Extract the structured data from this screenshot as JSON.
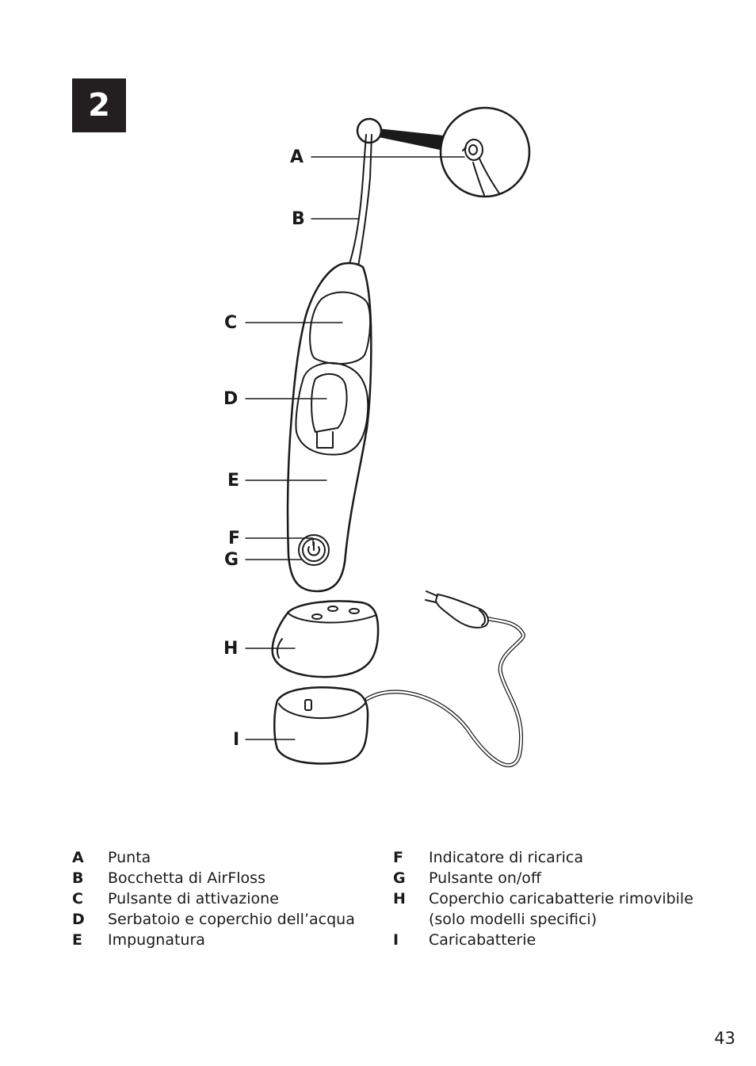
{
  "step": "2",
  "callouts": {
    "a": "A",
    "b": "B",
    "c": "C",
    "d": "D",
    "e": "E",
    "f": "F",
    "g": "G",
    "h": "H",
    "i": "I"
  },
  "legend_left": [
    {
      "key": "A",
      "text": "Punta"
    },
    {
      "key": "B",
      "text": "Bocchetta di AirFloss"
    },
    {
      "key": "C",
      "text": "Pulsante di attivazione"
    },
    {
      "key": "D",
      "text": "Serbatoio e coperchio dell’acqua"
    },
    {
      "key": "E",
      "text": "Impugnatura"
    }
  ],
  "legend_right": [
    {
      "key": "F",
      "text": "Indicatore di ricarica"
    },
    {
      "key": "G",
      "text": "Pulsante on/off"
    },
    {
      "key": "H",
      "text": "Coperchio caricabatterie rimovibile"
    },
    {
      "key": "",
      "text": "(solo modelli specifici)"
    },
    {
      "key": "I",
      "text": "Caricabatterie"
    }
  ],
  "page_number": "43",
  "colors": {
    "ink": "#1a1a1a",
    "badge": "#231f20",
    "fill": "#ffffff"
  }
}
